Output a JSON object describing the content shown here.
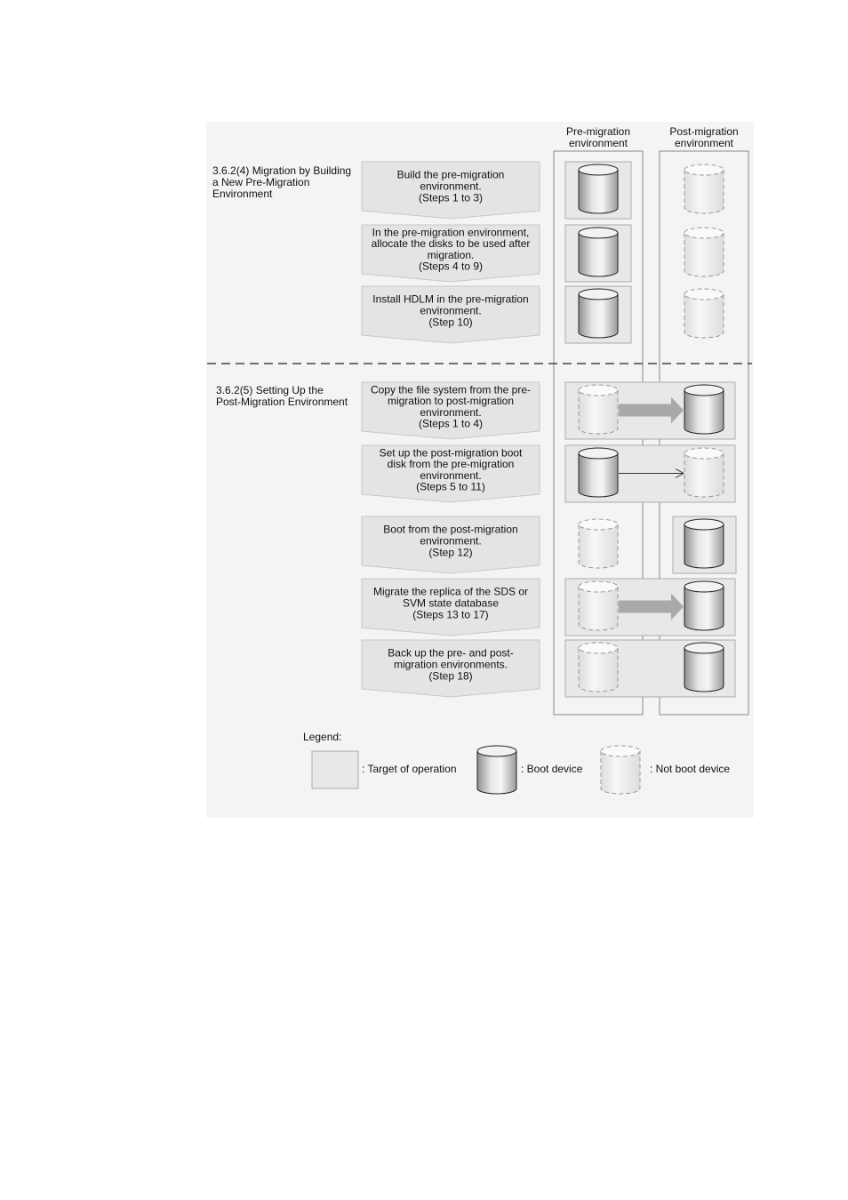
{
  "columns": {
    "pre": [
      "Pre-migration",
      "environment"
    ],
    "post": [
      "Post-migration",
      "environment"
    ]
  },
  "sections": [
    {
      "title": [
        "3.6.2(4) Migration by Building",
        "a New Pre-Migration",
        "Environment"
      ],
      "steps": [
        {
          "lines": [
            "Build the pre-migration",
            "environment.",
            "(Steps 1 to 3)"
          ],
          "pre": "boot",
          "post": "notboot",
          "highlight": "pre",
          "arrow": "none"
        },
        {
          "lines": [
            "In the pre-migration environment,",
            "allocate the disks to be used after",
            "migration.",
            "(Steps 4 to 9)"
          ],
          "pre": "boot",
          "post": "notboot",
          "highlight": "pre",
          "arrow": "none"
        },
        {
          "lines": [
            "Install HDLM in the pre-migration",
            "environment.",
            "(Step 10)"
          ],
          "pre": "boot",
          "post": "notboot",
          "highlight": "pre",
          "arrow": "none"
        }
      ]
    },
    {
      "title": [
        "3.6.2(5) Setting Up the",
        "Post-Migration Environment"
      ],
      "steps": [
        {
          "lines": [
            "Copy the file system from the pre-",
            "migration to post-migration",
            "environment.",
            "(Steps 1 to 4)"
          ],
          "pre": "notboot",
          "post": "boot",
          "highlight": "both",
          "arrow": "thick"
        },
        {
          "lines": [
            "Set up the post-migration boot",
            "disk from the pre-migration",
            "environment.",
            "(Steps 5 to 11)"
          ],
          "pre": "boot",
          "post": "notboot",
          "highlight": "both",
          "arrow": "thin"
        },
        {
          "lines": [
            "Boot from the post-migration",
            "environment.",
            "(Step 12)"
          ],
          "pre": "notboot",
          "post": "boot",
          "highlight": "post",
          "arrow": "none"
        },
        {
          "lines": [
            "Migrate the replica of the SDS or",
            "SVM state database",
            "(Steps 13 to 17)"
          ],
          "pre": "notboot",
          "post": "boot",
          "highlight": "both",
          "arrow": "thick"
        },
        {
          "lines": [
            "Back up the pre- and post-",
            "migration environments.",
            "(Step 18)"
          ],
          "pre": "notboot",
          "post": "boot",
          "highlight": "both",
          "arrow": "none"
        }
      ]
    }
  ],
  "legend": {
    "title": "Legend:",
    "target": ": Target of operation",
    "boot": ": Boot device",
    "notboot": ": Not boot device"
  },
  "colors": {
    "panel": "#f4f4f4",
    "step_box": "#e4e4e4",
    "highlight": "#e8e8e8",
    "border": "#888888",
    "thick_arrow": "#a9a9a9"
  }
}
